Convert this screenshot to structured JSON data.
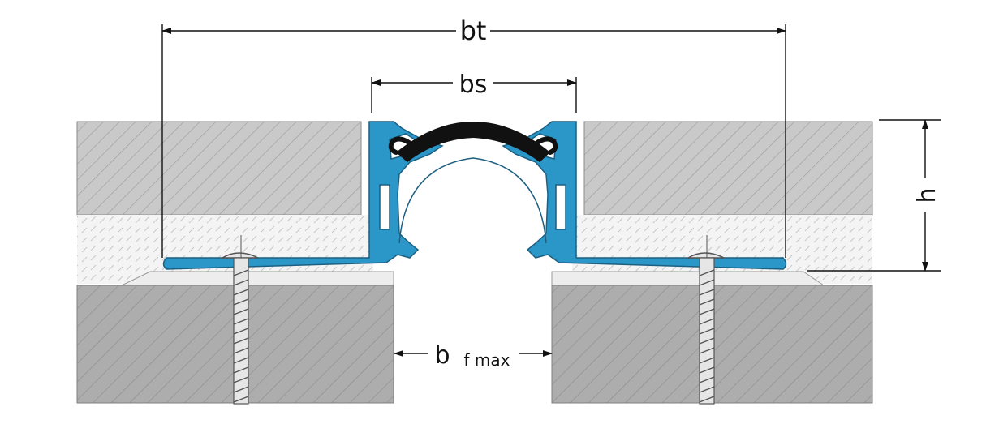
{
  "labels": {
    "total_width": "bt",
    "seal_width": "bs",
    "height": "h",
    "joint_width_main": "b",
    "joint_width_sub": "f max"
  },
  "colors": {
    "profile": "#2a97c8",
    "profile_stroke": "#1d5f80",
    "seal": "#111111",
    "tile": "#c9c9c9",
    "substrate": "#adadad",
    "mortar": "#f4f4f4",
    "dimension_line": "#111111"
  }
}
